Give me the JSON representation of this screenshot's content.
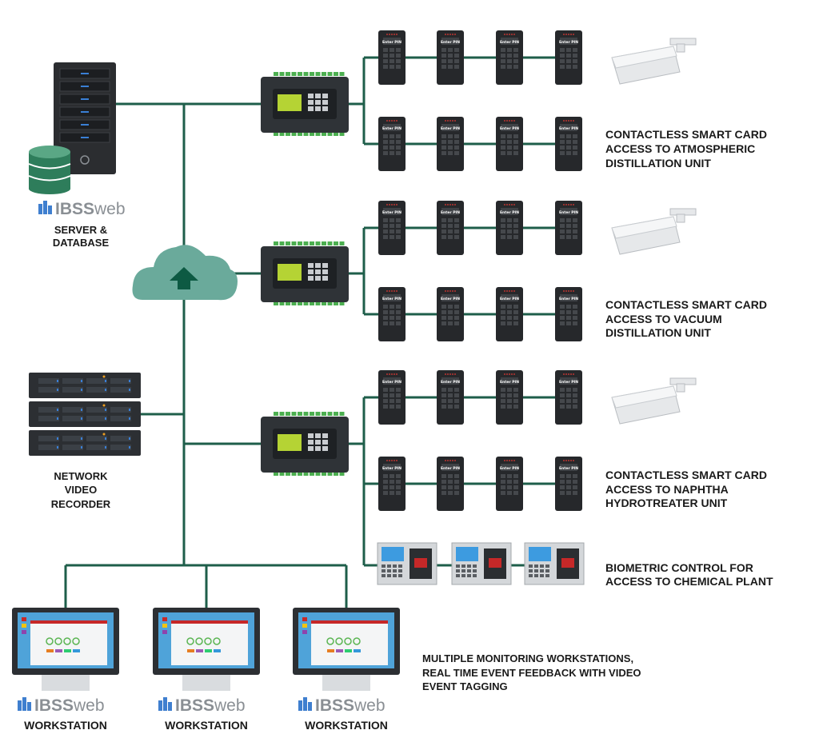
{
  "colors": {
    "line": "#1e5e4a",
    "cloud": "#6aaa9b",
    "cloud_arrow": "#0d5a43",
    "server": "#2b2d30",
    "server_led": "#3a7fd5",
    "database": "#2e7d5b",
    "controller": "#2f3337",
    "controller_screen": "#b5d334",
    "terminal": "#26282b",
    "camera": "#e6e8ea",
    "monitor": "#2c2f33",
    "monitor_screen": "#4fa3d9",
    "logo_icon": "#3f7fcf",
    "logo_text": "#8a8f94"
  },
  "server": {
    "logo_bold": "IBSS",
    "logo_regular": "web",
    "label_lines": [
      "SERVER &",
      "DATABASE"
    ]
  },
  "nvr": {
    "label_lines": [
      "NETWORK",
      "VIDEO",
      "RECORDER"
    ]
  },
  "keypad": {
    "screen_text": "Enter PIN"
  },
  "zones": [
    {
      "label_lines": [
        "CONTACTLESS SMART CARD",
        "ACCESS TO ATMOSPHERIC",
        "DISTILLATION UNIT"
      ]
    },
    {
      "label_lines": [
        "CONTACTLESS SMART CARD",
        "ACCESS TO VACUUM",
        "DISTILLATION UNIT"
      ]
    },
    {
      "label_lines": [
        "CONTACTLESS SMART CARD",
        "ACCESS TO NAPHTHA",
        "HYDROTREATER UNIT"
      ]
    }
  ],
  "biometric": {
    "label_lines": [
      "BIOMETRIC CONTROL FOR",
      "ACCESS TO CHEMICAL PLANT"
    ]
  },
  "workstations": [
    {
      "logo_bold": "IBSS",
      "logo_regular": "web",
      "label": "WORKSTATION"
    },
    {
      "logo_bold": "IBSS",
      "logo_regular": "web",
      "label": "WORKSTATION"
    },
    {
      "logo_bold": "IBSS",
      "logo_regular": "web",
      "label": "WORKSTATION"
    }
  ],
  "monitoring_note": {
    "label_lines": [
      "MULTIPLE MONITORING WORKSTATIONS,",
      "REAL TIME EVENT FEEDBACK WITH VIDEO",
      "EVENT TAGGING"
    ]
  }
}
